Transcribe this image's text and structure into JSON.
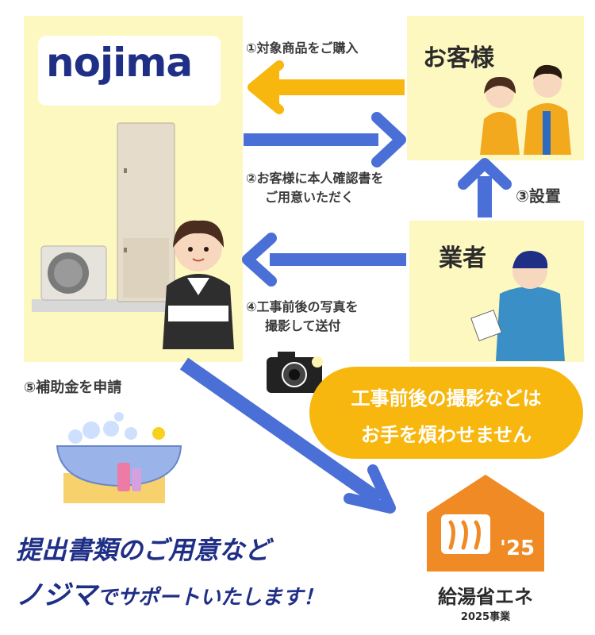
{
  "brand": {
    "logo_text": "nojima"
  },
  "nodes": {
    "customer": "お客様",
    "contractor": "業者"
  },
  "steps": {
    "s1": "①対象商品をご購入",
    "s2_line1": "②お客様に本人確認書を",
    "s2_line2": "ご用意いただく",
    "s3": "③設置",
    "s4_line1": "④工事前後の写真を",
    "s4_line2": "撮影して送付",
    "s5": "⑤補助金を申請"
  },
  "bubble": {
    "line1": "工事前後の撮影などは",
    "line2": "お手を煩わせません"
  },
  "bottom": {
    "line1": "提出書類のご用意など",
    "line2_strong": "ノジマ",
    "line2_rest": "でサポートいたします！"
  },
  "program_logo": {
    "year": "'25",
    "name": "給湯省エネ",
    "subtitle": "2025事業"
  },
  "colors": {
    "box_fill": "#fdf8c0",
    "arrow_orange": "#f7b70e",
    "arrow_blue": "#4a6fd6",
    "brand_navy": "#1f2f86",
    "logo_orange": "#f08a24"
  }
}
